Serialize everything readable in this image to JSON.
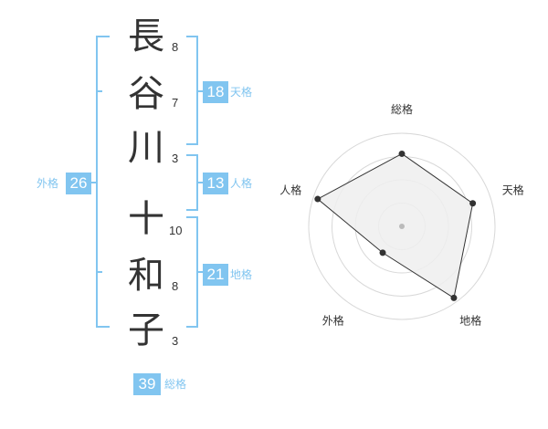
{
  "name_chars": [
    {
      "char": "長",
      "strokes": "8"
    },
    {
      "char": "谷",
      "strokes": "7"
    },
    {
      "char": "川",
      "strokes": "3"
    },
    {
      "char": "十",
      "strokes": "10"
    },
    {
      "char": "和",
      "strokes": "8"
    },
    {
      "char": "子",
      "strokes": "3"
    }
  ],
  "scores": {
    "tenkaku": {
      "value": "18",
      "label": "天格"
    },
    "jinkaku": {
      "value": "13",
      "label": "人格"
    },
    "chikaku": {
      "value": "21",
      "label": "地格"
    },
    "gaikaku": {
      "value": "26",
      "label": "外格"
    },
    "soukaku": {
      "value": "39",
      "label": "総格"
    }
  },
  "chart_data": {
    "type": "radar",
    "axes": [
      "総格",
      "天格",
      "地格",
      "外格",
      "人格"
    ],
    "values": [
      0.78,
      0.8,
      0.95,
      0.35,
      0.95
    ],
    "scale_max": 1,
    "rings": 4
  },
  "colors": {
    "accent": "#81c5f0",
    "text": "#333333",
    "radar_fill": "#eeeeee",
    "radar_stroke": "#333333"
  }
}
